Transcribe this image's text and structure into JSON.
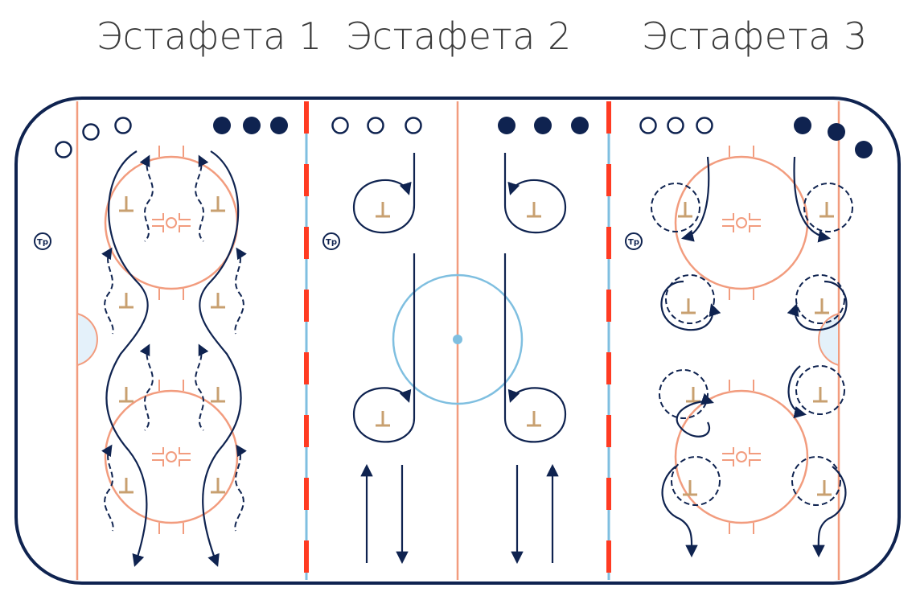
{
  "titles": {
    "relay1": "Эстафета 1",
    "relay2": "Эстафета 2",
    "relay3": "Эстафета 3"
  },
  "markers": {
    "coach_label": "Тр"
  },
  "colors": {
    "navy": "#0f2350",
    "orange": "#f29c7e",
    "red": "#ff3b22",
    "blue": "#7fbfe0",
    "tan": "#c8a070",
    "crease": "#e4f1fa"
  }
}
